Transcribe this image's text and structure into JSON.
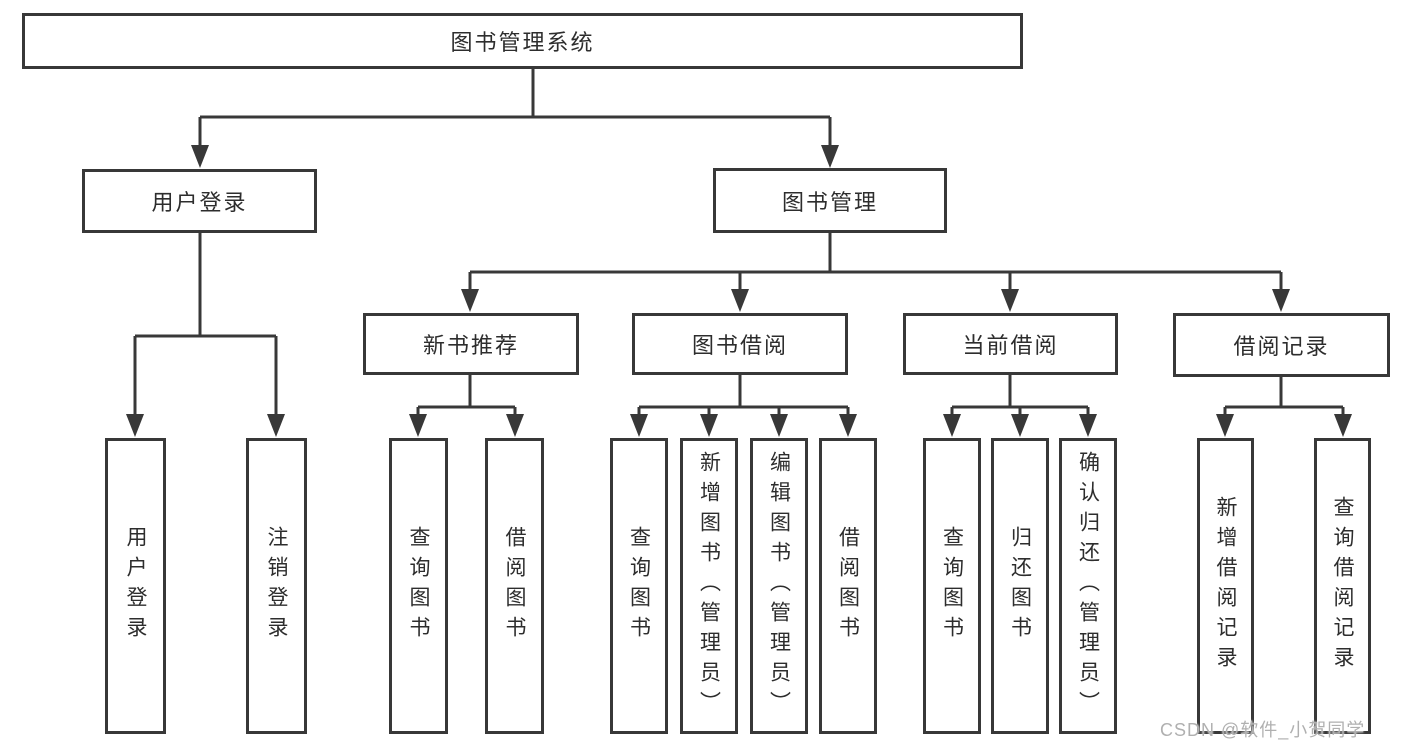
{
  "diagram": {
    "watermark": "CSDN @软件_小贺同学",
    "colors": {
      "line": "#383838",
      "border": "#383838",
      "text": "#2d2d2d",
      "background": "#ffffff",
      "watermark": "#b0b0b0"
    },
    "root": {
      "label": "图书管理系统",
      "children": [
        {
          "label": "用户登录",
          "children": [
            {
              "label": "用户登录"
            },
            {
              "label": "注销登录"
            }
          ]
        },
        {
          "label": "图书管理",
          "children": [
            {
              "label": "新书推荐",
              "children": [
                {
                  "label": "查询图书"
                },
                {
                  "label": "借阅图书"
                }
              ]
            },
            {
              "label": "图书借阅",
              "children": [
                {
                  "label": "查询图书"
                },
                {
                  "label": "新增图书（管理员）"
                },
                {
                  "label": "编辑图书（管理员）"
                },
                {
                  "label": "借阅图书"
                }
              ]
            },
            {
              "label": "当前借阅",
              "children": [
                {
                  "label": "查询图书"
                },
                {
                  "label": "归还图书"
                },
                {
                  "label": "确认归还（管理员）"
                }
              ]
            },
            {
              "label": "借阅记录",
              "children": [
                {
                  "label": "新增借阅记录"
                },
                {
                  "label": "查询借阅记录"
                }
              ]
            }
          ]
        }
      ]
    }
  }
}
